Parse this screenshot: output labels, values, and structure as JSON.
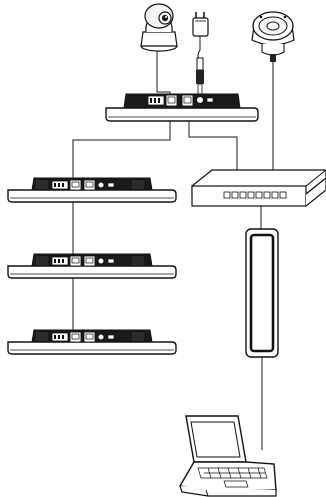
{
  "diagram": {
    "devices": [
      {
        "id": "ptz-camera",
        "kind": "ptz-camera"
      },
      {
        "id": "power-adapter",
        "kind": "power-adapter"
      },
      {
        "id": "ceiling-speaker",
        "kind": "ceiling-speaker"
      },
      {
        "id": "master-unit",
        "kind": "conference-unit-master"
      },
      {
        "id": "slave-unit-1",
        "kind": "conference-unit"
      },
      {
        "id": "slave-unit-2",
        "kind": "conference-unit"
      },
      {
        "id": "slave-unit-3",
        "kind": "conference-unit"
      },
      {
        "id": "network-switch",
        "kind": "network-switch"
      },
      {
        "id": "power-injector",
        "kind": "power-module"
      },
      {
        "id": "laptop",
        "kind": "laptop"
      }
    ],
    "connections": [
      {
        "from": "ptz-camera",
        "to": "master-unit"
      },
      {
        "from": "power-adapter",
        "to": "master-unit"
      },
      {
        "from": "master-unit",
        "to": "slave-unit-1"
      },
      {
        "from": "slave-unit-1",
        "to": "slave-unit-2"
      },
      {
        "from": "slave-unit-2",
        "to": "slave-unit-3"
      },
      {
        "from": "master-unit",
        "to": "network-switch"
      },
      {
        "from": "ceiling-speaker",
        "to": "network-switch"
      },
      {
        "from": "network-switch",
        "to": "power-injector"
      },
      {
        "from": "power-injector",
        "to": "laptop"
      }
    ],
    "colors": {
      "line": "#1a1a1a",
      "fill": "#ffffff",
      "dark": "#111111",
      "grey": "#9a9a9a"
    }
  }
}
